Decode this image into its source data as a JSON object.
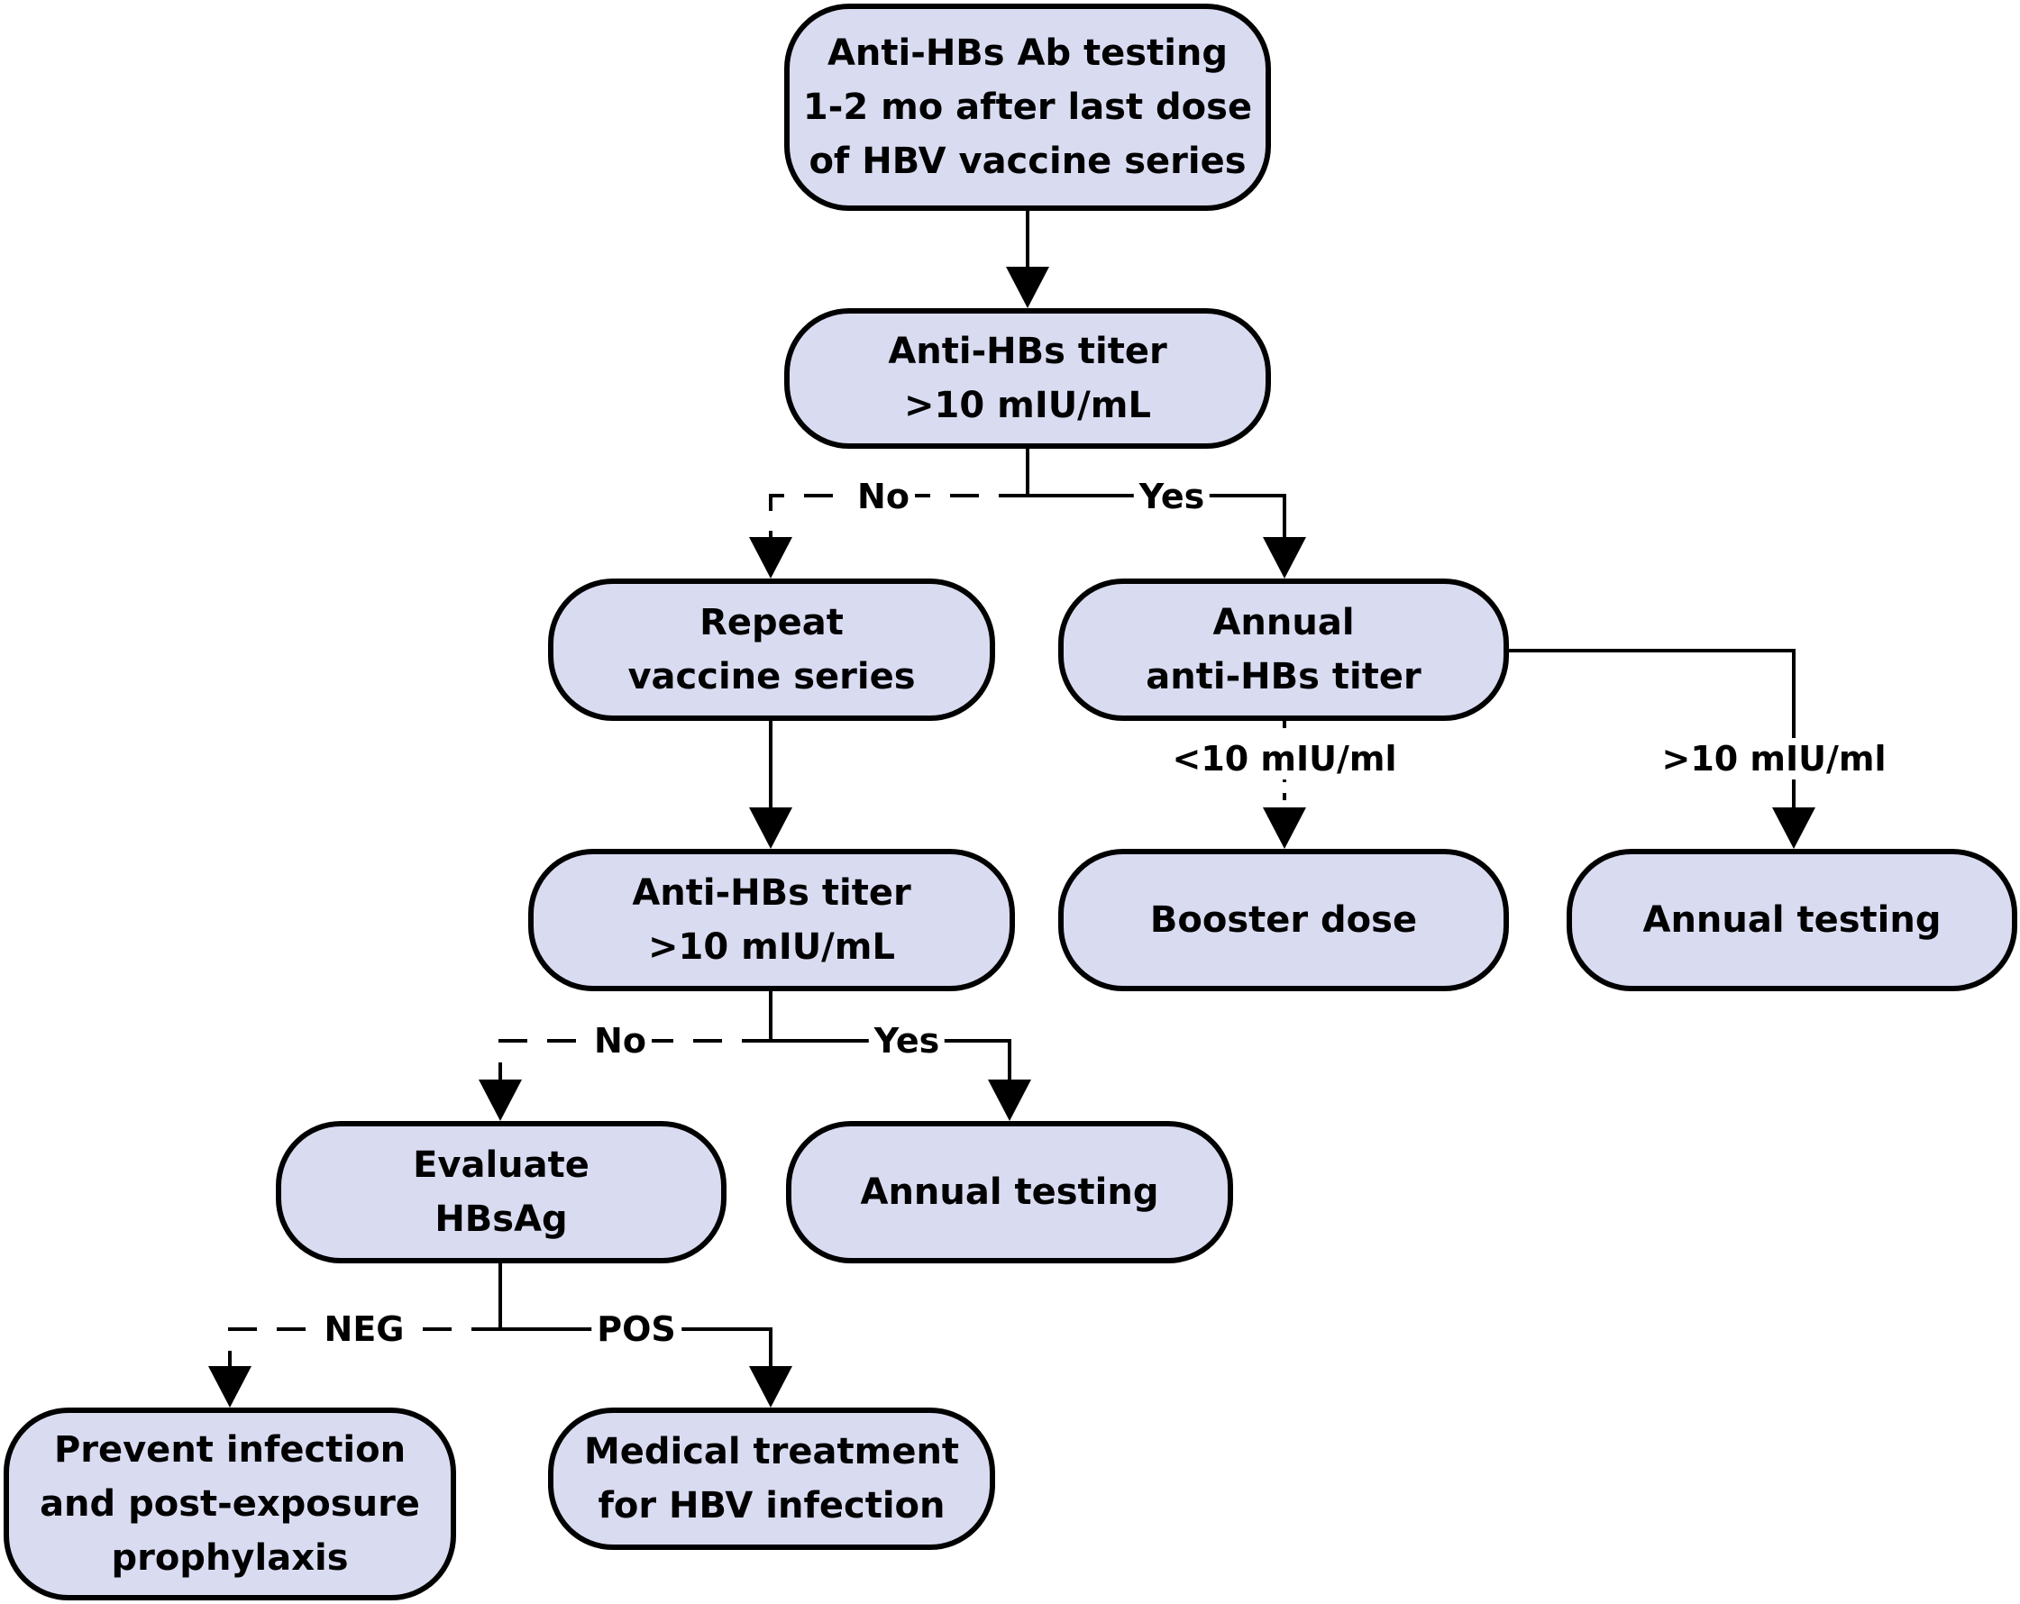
{
  "nodes": {
    "start": [
      "Anti-HBs Ab testing",
      "1-2 mo after last dose",
      "of HBV vaccine series"
    ],
    "titer1": [
      "Anti-HBs titer",
      ">10 mIU/mL"
    ],
    "repeat": [
      "Repeat",
      "vaccine series"
    ],
    "annual_titer": [
      "Annual",
      "anti-HBs titer"
    ],
    "booster": [
      "Booster dose"
    ],
    "annual_testing_right": [
      "Annual testing"
    ],
    "titer2": [
      "Anti-HBs titer",
      ">10 mIU/mL"
    ],
    "evaluate": [
      "Evaluate",
      "HBsAg"
    ],
    "annual_testing_mid": [
      "Annual testing"
    ],
    "prevent": [
      "Prevent infection",
      "and post-exposure",
      "prophylaxis"
    ],
    "treatment": [
      "Medical treatment",
      "for HBV infection"
    ]
  },
  "labels": {
    "no1": "No",
    "yes1": "Yes",
    "lt10": "<10 mIU/ml",
    "gt10": ">10 mIU/ml",
    "no2": "No",
    "yes2": "Yes",
    "neg": "NEG",
    "pos": "POS"
  },
  "colors": {
    "node_fill": "#d9dcf1",
    "stroke": "#000000"
  }
}
